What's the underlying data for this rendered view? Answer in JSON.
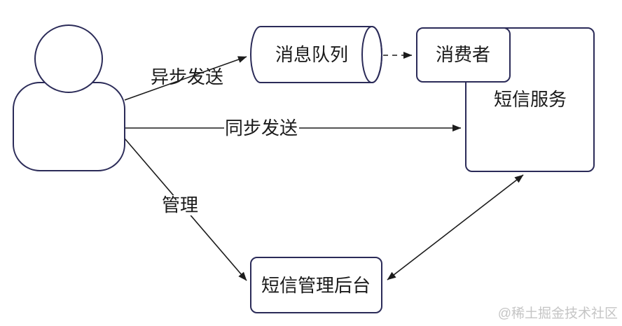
{
  "diagram": {
    "nodes": {
      "user": {
        "shape": "person",
        "label": ""
      },
      "message_queue": {
        "shape": "cylinder",
        "label": "消息队列"
      },
      "consumer": {
        "shape": "rounded-rect",
        "label": "消费者"
      },
      "sms_service": {
        "shape": "rounded-rect",
        "label": "短信服务"
      },
      "sms_admin": {
        "shape": "rounded-rect",
        "label": "短信管理后台"
      }
    },
    "edges": {
      "async_send": {
        "from": "user",
        "to": "message_queue",
        "style": "solid-arrow",
        "label": "异步发送"
      },
      "queue_to_consumer": {
        "from": "message_queue",
        "to": "consumer",
        "style": "dashed-arrow",
        "label": ""
      },
      "sync_send": {
        "from": "user",
        "to": "sms_service",
        "style": "solid-arrow",
        "label": "同步发送"
      },
      "manage": {
        "from": "user",
        "to": "sms_admin",
        "style": "solid-arrow",
        "label": "管理"
      },
      "admin_service_link": {
        "from": "sms_admin",
        "to": "sms_service",
        "style": "double-arrow",
        "label": ""
      }
    },
    "colors": {
      "shape_stroke": "#2b2b58",
      "edge_stroke": "#1c1c1c",
      "label_text": "#1a1a1a",
      "watermark_text": "#c5c5c5",
      "background": "#ffffff"
    },
    "watermark": "@稀土掘金技术社区"
  }
}
